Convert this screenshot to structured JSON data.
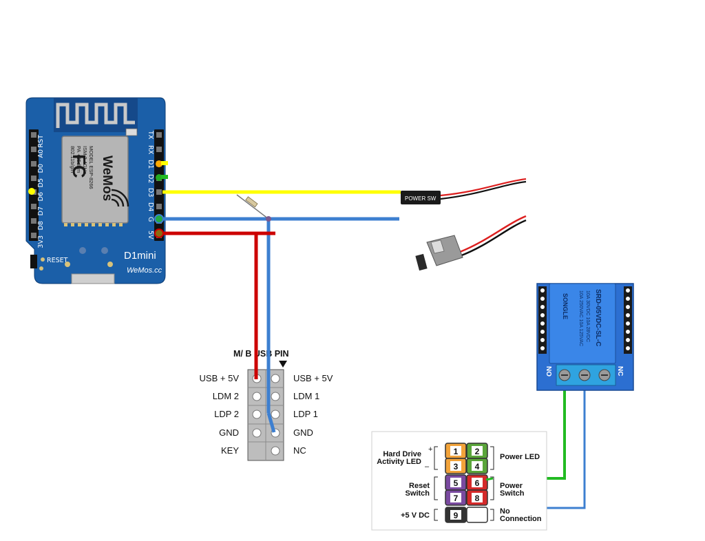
{
  "wemos": {
    "left_pins": [
      "RST",
      "A0",
      "D0",
      "D5",
      "D6",
      "D7",
      "D8",
      "3V3"
    ],
    "right_pins": [
      "TX",
      "RX",
      "D1",
      "D2",
      "D3",
      "D4",
      "G",
      "5V"
    ],
    "fcc_logo": "FC",
    "brand_text": "WeMos",
    "module_lines": [
      "MODEL ESP-8266",
      "ISM 2.4GHz",
      "PA +25dBm",
      "802.11b/g/n"
    ],
    "reset_label": "RESET",
    "product_name": "D1mini",
    "website": "WeMos.cc"
  },
  "power_switch": {
    "connector_label": "POWER SW"
  },
  "usb_header": {
    "title": "M/ B USB PIN",
    "left_labels": [
      "USB + 5V",
      "LDM 2",
      "LDP 2",
      "GND",
      "KEY"
    ],
    "right_labels": [
      "USB + 5V",
      "LDM 1",
      "LDP 1",
      "GND",
      "NC"
    ]
  },
  "relay": {
    "lines": [
      "SONGLE",
      "10A 250VAC 10A 125VAC",
      "10A 30VDC 10A 28VDC",
      "SRD-05VDC-SL-C"
    ],
    "terminal_no": "NO",
    "terminal_nc": "NC"
  },
  "front_panel": {
    "pin_numbers": [
      "1",
      "2",
      "3",
      "4",
      "5",
      "6",
      "7",
      "8",
      "9"
    ],
    "plus_sign": "+",
    "minus_sign": "–",
    "hdd_led_label_1": "Hard Drive",
    "hdd_led_label_2": "Activity LED",
    "reset_label_1": "Reset",
    "reset_label_2": "Switch",
    "vdc_label": "+5 V DC",
    "power_led_label": "Power LED",
    "power_switch_label_1": "Power",
    "power_switch_label_2": "Switch",
    "no_connection_label_1": "No",
    "no_connection_label_2": "Connection"
  },
  "colors": {
    "board_blue": "#1b5fa8",
    "wire_yellow": "#ffff00",
    "wire_red": "#cc0000",
    "wire_blue": "#3d7fd0",
    "wire_green": "#22bb22"
  }
}
